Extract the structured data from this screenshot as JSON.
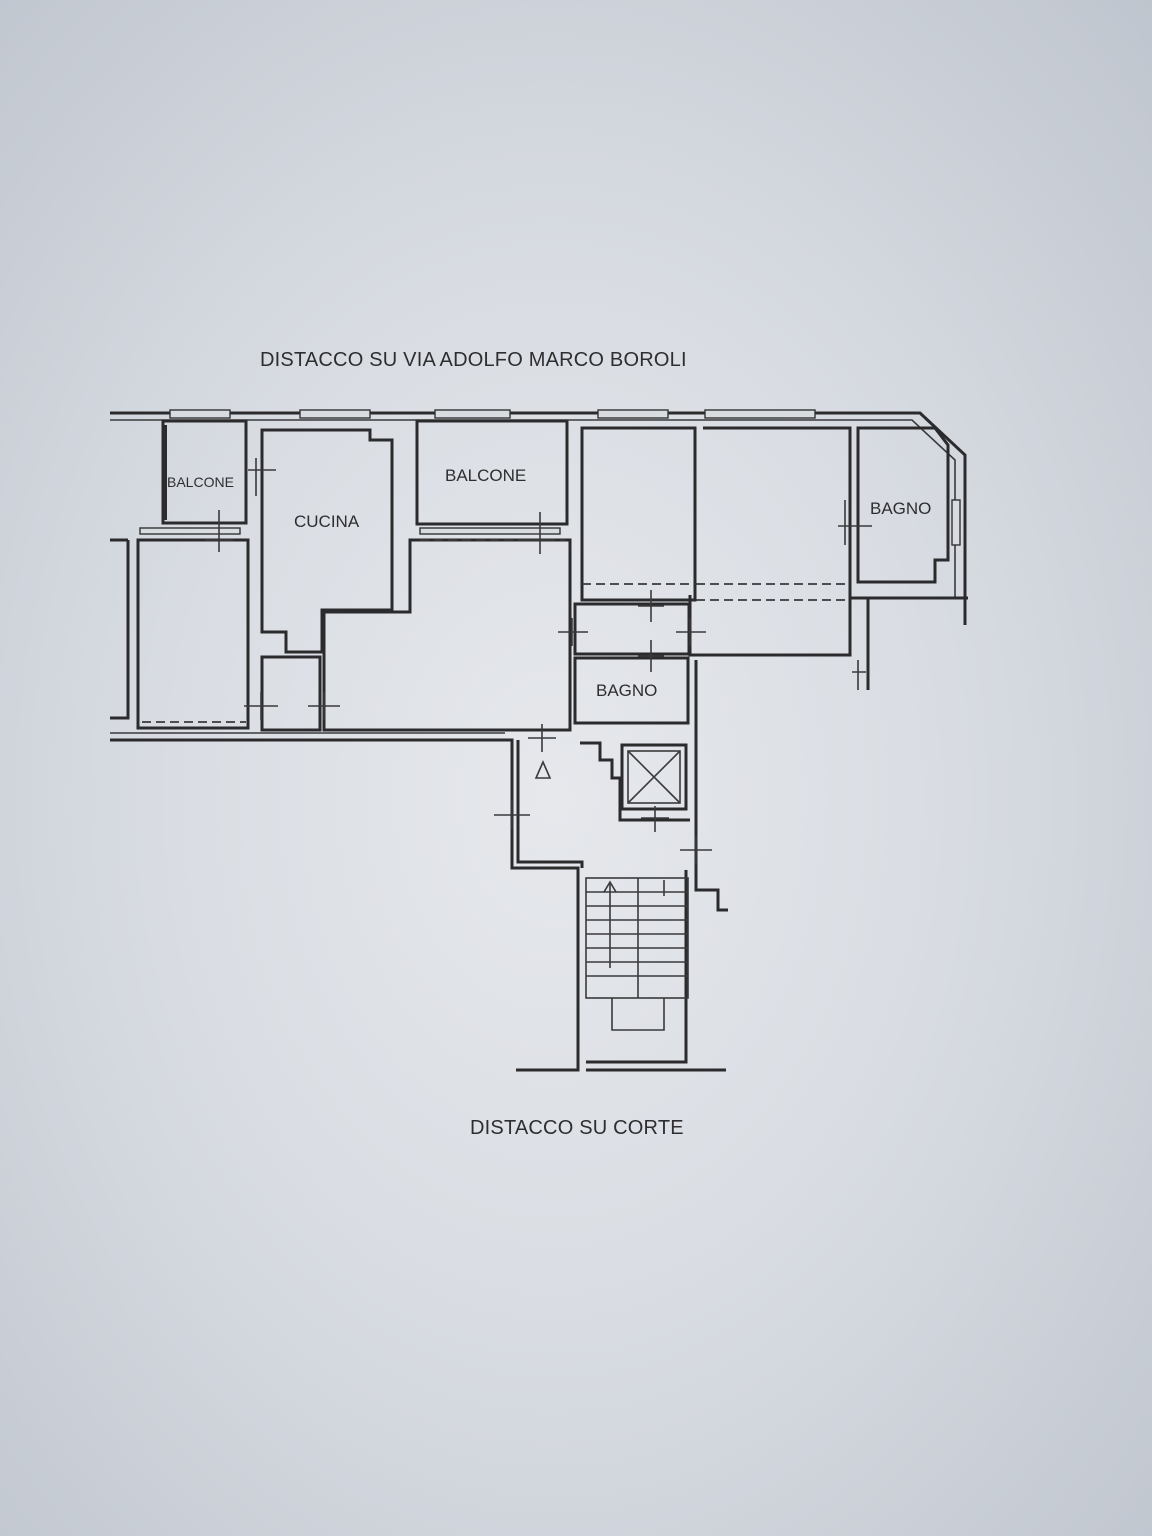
{
  "labels": {
    "top_heading": "DISTACCO SU VIA ADOLFO MARCO BOROLI",
    "bottom_heading": "DISTACCO SU CORTE"
  },
  "rooms": {
    "balcone_left": "BALCONE",
    "cucina": "CUCINA",
    "balcone_center": "BALCONE",
    "bagno_right": "BAGNO",
    "bagno_center": "BAGNO"
  },
  "colors": {
    "paper": "#dfe2e7",
    "ink": "#2b2b2d"
  }
}
